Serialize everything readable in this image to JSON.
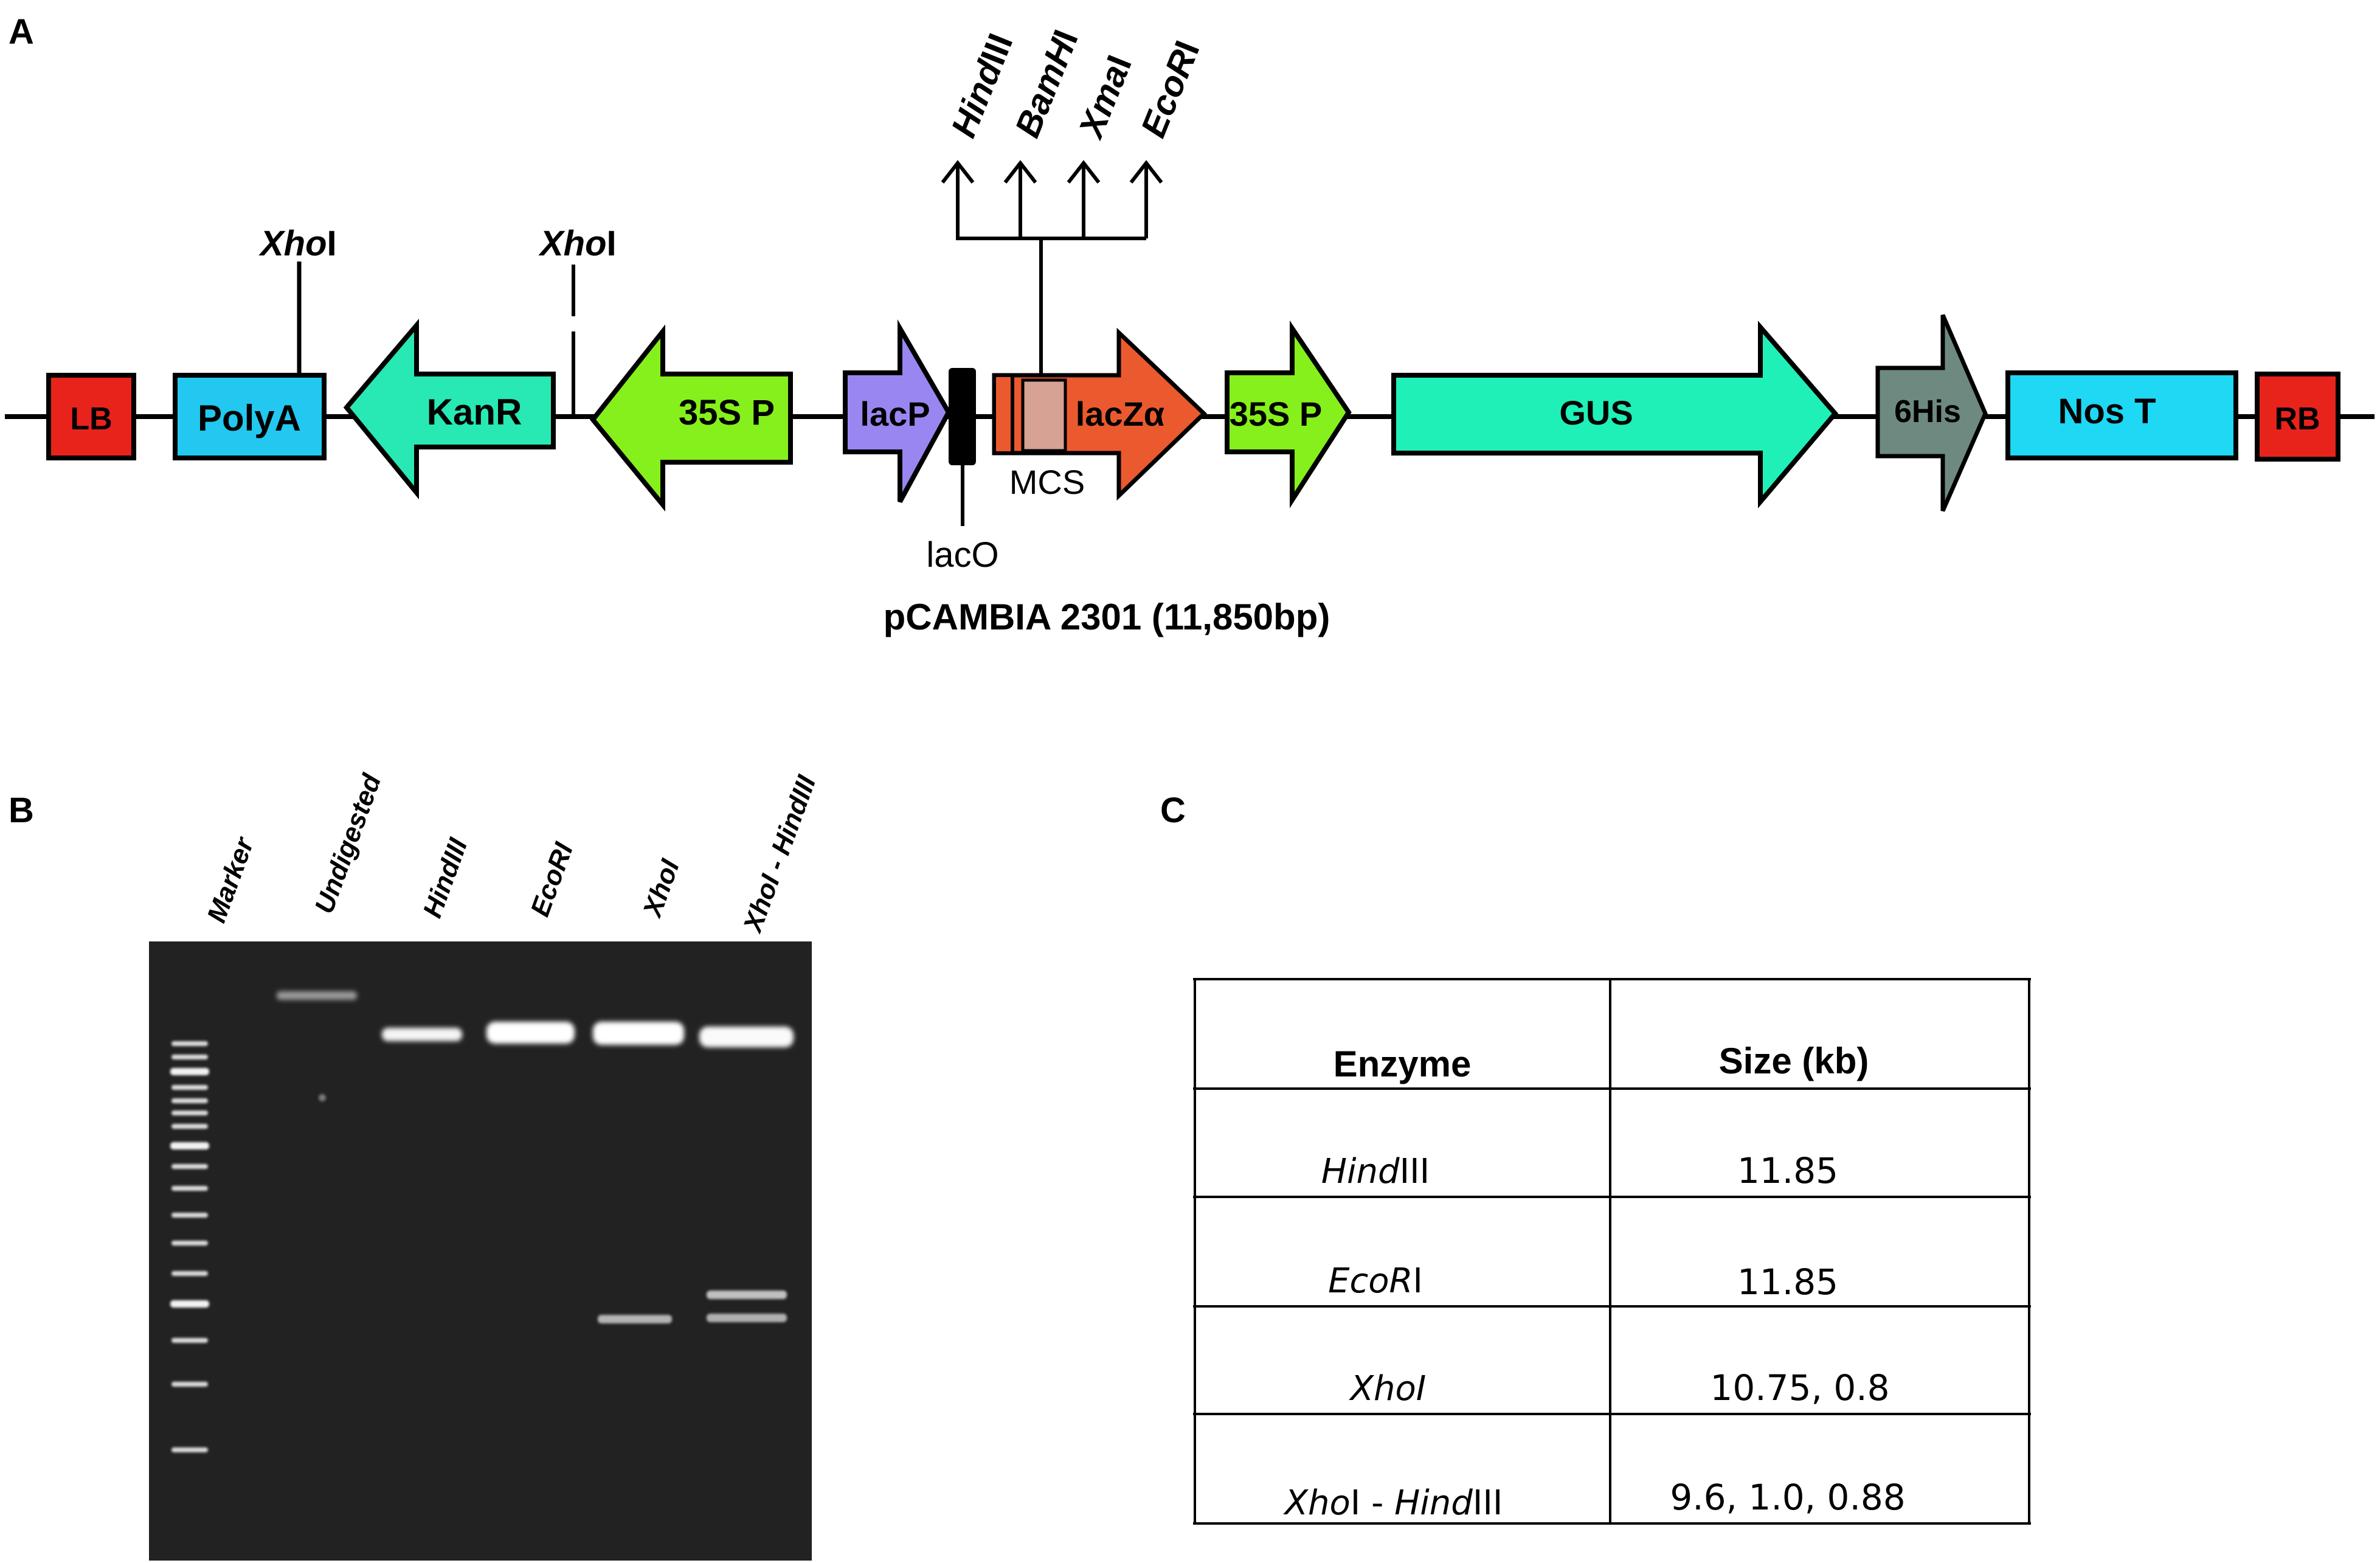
{
  "panels": {
    "a": "A",
    "b": "B",
    "c": "C"
  },
  "map": {
    "caption": "pCAMBIA 2301 (11,850bp)",
    "features": {
      "lb": "LB",
      "polya": "PolyA",
      "kanr": "KanR",
      "p35s_1": "35S P",
      "lacp": "lacP",
      "laczalpha": "lacZα",
      "p35s_2": "35S P",
      "gus": "GUS",
      "his": "6His",
      "nost": "Nos T",
      "rb": "RB"
    },
    "labels": {
      "laco": "lacO",
      "mcs": "MCS"
    },
    "xhoi": {
      "italic": "Xho",
      "roman": "I"
    },
    "mcs_sites": [
      {
        "italic": "Hind",
        "roman": "III"
      },
      {
        "italic": "BamH",
        "roman": "I"
      },
      {
        "italic": "Xma",
        "roman": "I"
      },
      {
        "italic": "EcoR",
        "roman": "I"
      }
    ],
    "colors": {
      "lb": "#e8231c",
      "polya": "#22c8f0",
      "kanr": "#28e8b4",
      "p35s": "#86f01c",
      "lacp": "#9a86f0",
      "laczalpha": "#ea5a2e",
      "mcs_box": "#d6a294",
      "gus": "#1ef0b8",
      "his": "#6e8a80",
      "nost": "#1ed8f4",
      "rb": "#e8231c"
    }
  },
  "gel": {
    "lanes": [
      {
        "italic": "Marker",
        "roman": ""
      },
      {
        "italic": "Undigested",
        "roman": ""
      },
      {
        "italic": "Hind",
        "roman": "III"
      },
      {
        "italic": "EcoR",
        "roman": "I"
      },
      {
        "italic": "Xho",
        "roman": "I"
      },
      {
        "italic": "Xho",
        "roman": "I  - HindIII"
      }
    ]
  },
  "table": {
    "headers": [
      "Enzyme",
      "Size (kb)"
    ],
    "rows": [
      {
        "enzyme_italic": "Hind",
        "enzyme_roman": "III",
        "enzyme_italic2": "",
        "enzyme_roman2": "",
        "size": "11.85"
      },
      {
        "enzyme_italic": "EcoR",
        "enzyme_roman": "I",
        "enzyme_italic2": "",
        "enzyme_roman2": "",
        "size": "11.85"
      },
      {
        "enzyme_italic": "XhoI",
        "enzyme_roman": "",
        "enzyme_italic2": "",
        "enzyme_roman2": "",
        "size": "10.75, 0.8"
      },
      {
        "enzyme_italic": "Xho",
        "enzyme_roman": "I - ",
        "enzyme_italic2": "Hind",
        "enzyme_roman2": "III",
        "size": "9.6, 1.0, 0.88"
      }
    ]
  }
}
